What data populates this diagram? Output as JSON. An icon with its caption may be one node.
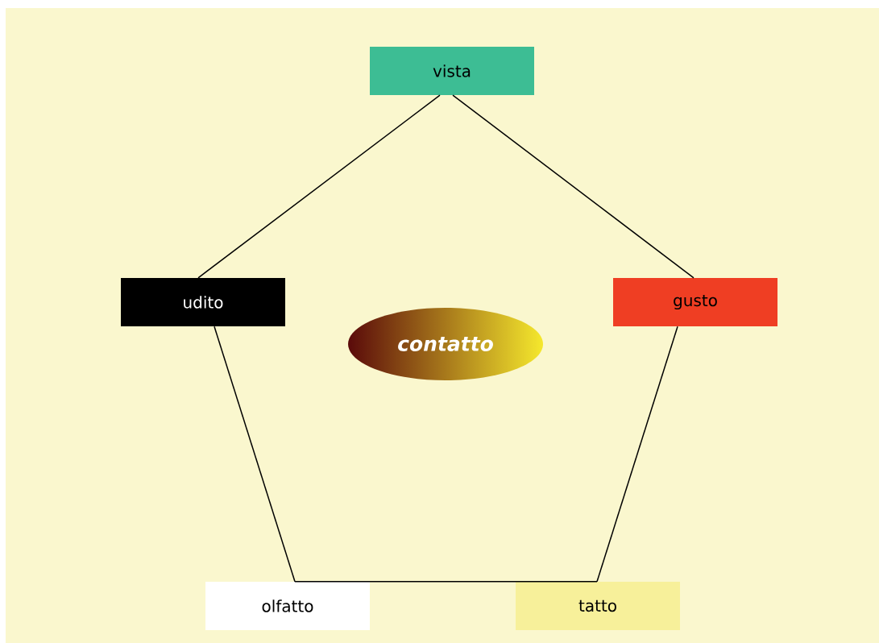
{
  "diagram": {
    "nodes": [
      {
        "text": [
          "vista"
        ]
      },
      {
        "text": [
          "udito"
        ]
      },
      {
        "text": [
          "gusto"
        ]
      },
      {
        "text": [
          "olfatto"
        ]
      },
      {
        "text": [
          "tatto"
        ]
      },
      {
        "text": [
          "contatto"
        ]
      }
    ],
    "edges": [
      {
        "from": 0,
        "to": 1,
        "arrow": "none"
      },
      {
        "from": 0,
        "to": 2,
        "arrow": "none"
      },
      {
        "from": 1,
        "to": 3,
        "arrow": "none"
      },
      {
        "from": 2,
        "to": 4,
        "arrow": "none"
      },
      {
        "from": 3,
        "to": 4,
        "arrow": "none"
      }
    ]
  }
}
